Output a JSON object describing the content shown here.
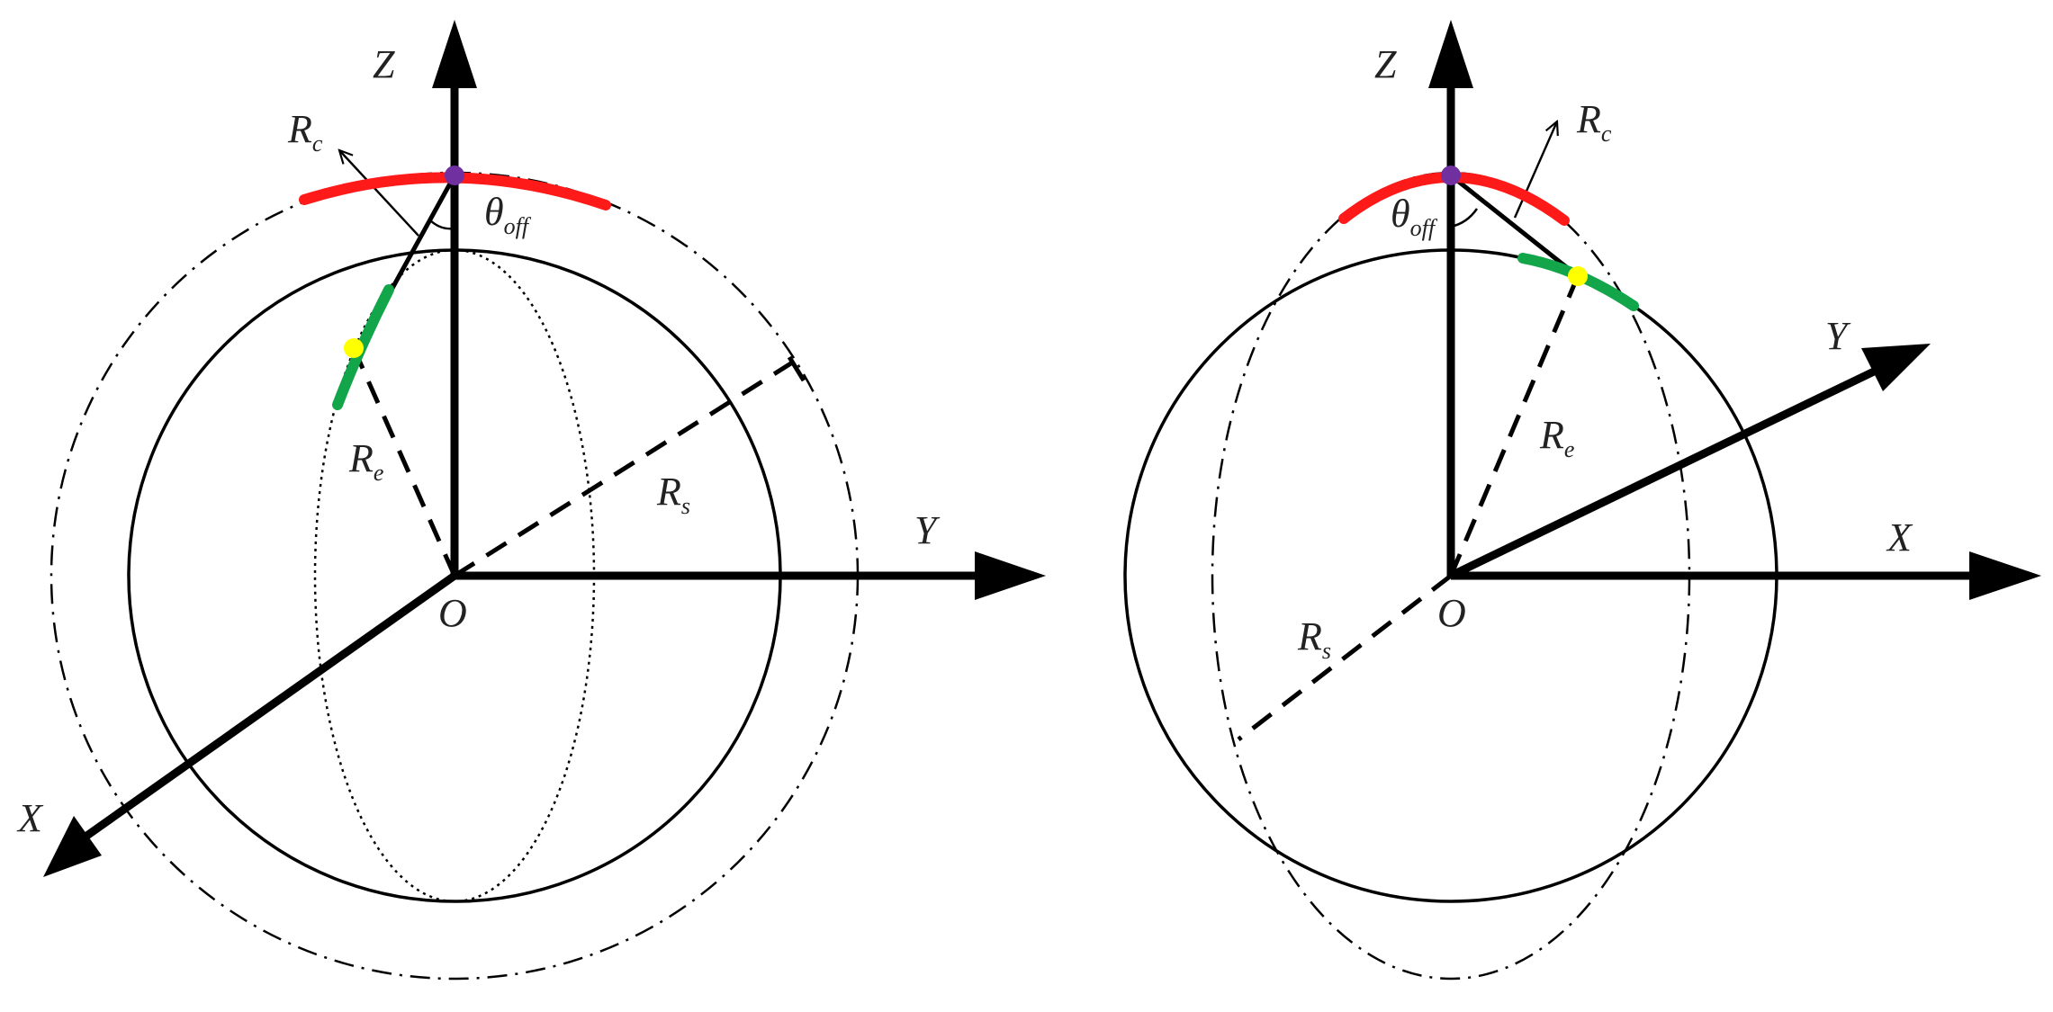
{
  "colors": {
    "ink": "#000000",
    "satellite_arc": "#ff1a1a",
    "coverage_arc": "#12a54a",
    "satellite_point": "#7030a0",
    "target_point": "#ffff00"
  },
  "left": {
    "axes": {
      "z": "Z",
      "y": "Y",
      "x": "X",
      "origin": "O"
    },
    "rc": {
      "main": "R",
      "sub": "c"
    },
    "re": {
      "main": "R",
      "sub": "e"
    },
    "rs": {
      "main": "R",
      "sub": "s"
    },
    "theta": {
      "main": "θ",
      "sub": "off"
    }
  },
  "right": {
    "axes": {
      "z": "Z",
      "y": "Y",
      "x": "X",
      "origin": "O"
    },
    "rc": {
      "main": "R",
      "sub": "c"
    },
    "re": {
      "main": "R",
      "sub": "e"
    },
    "rs": {
      "main": "R",
      "sub": "s"
    },
    "theta": {
      "main": "θ",
      "sub": "off"
    }
  }
}
